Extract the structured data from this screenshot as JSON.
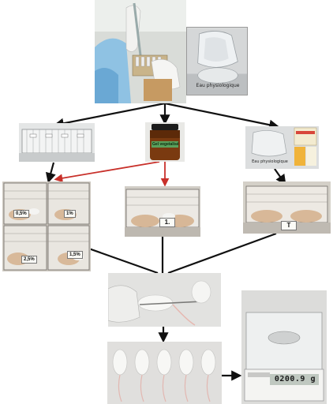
{
  "photos": {
    "lab_bench": {
      "icon": "gloved-hands-pipetting-icon"
    },
    "saline_inset": {
      "caption": "Eau physiologique"
    },
    "empty_cages": {},
    "compound_jar": {
      "jar_label": "Gel vegetalisé"
    },
    "saline_bottle": {
      "caption": "Eau physiologique"
    },
    "cages_dose_groups": {
      "labels": [
        "0,5%",
        "1%",
        "2,5%",
        "1,5%"
      ]
    },
    "cage_test_group": {
      "label": "1."
    },
    "cage_control_group": {
      "label": "T"
    },
    "mouse_handling": {},
    "mice_row": {
      "count": 5
    },
    "balance": {
      "display": "0200.9 g"
    }
  },
  "connector_colors": {
    "black": "#111111",
    "red": "#c8302a"
  }
}
